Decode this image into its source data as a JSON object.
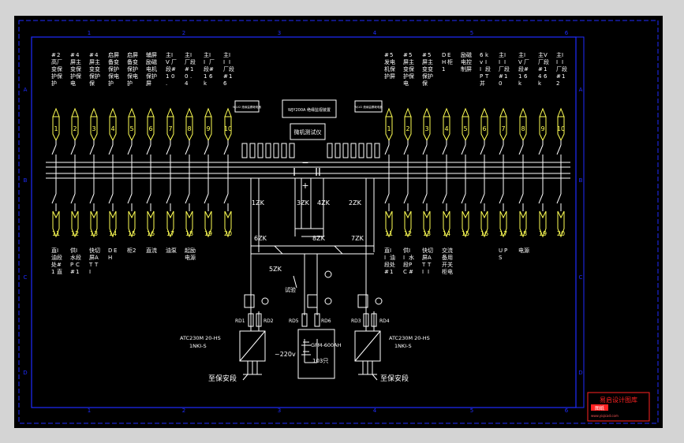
{
  "sheet": {
    "top_zone_labels": [
      "1",
      "2",
      "3",
      "4",
      "5",
      "6"
    ],
    "bottom_zone_labels": [
      "1",
      "2",
      "3",
      "4",
      "5",
      "6"
    ],
    "side_zone_labels": [
      "A",
      "B",
      "C",
      "D"
    ]
  },
  "feeders_top_left": [
    {
      "num": "1",
      "desc": "#2 高厂变保护保护屏"
    },
    {
      "num": "2",
      "desc": "#4屏主变保护保电护屏"
    },
    {
      "num": "3",
      "desc": "#4屏主变变保护保电护屏"
    },
    {
      "num": "4",
      "desc": "启屏备变保护保电护屏"
    },
    {
      "num": "5",
      "desc": "启屏备变保护保电护屏"
    },
    {
      "num": "6",
      "desc": "辅屏励磁电机保护屏"
    },
    {
      "num": "7",
      "desc": "主IV厂段#1 0.4kv"
    },
    {
      "num": "8",
      "desc": "主I厂段#1 0.4kv"
    },
    {
      "num": "9",
      "desc": "主II厂段#1 6kv柜"
    },
    {
      "num": "10",
      "desc": "主III厂段#1 6kv柜"
    }
  ],
  "feeders_top_right": [
    {
      "num": "1",
      "desc": "#5 发电机保护屏"
    },
    {
      "num": "2",
      "desc": "#5屏主变保护保电护屏"
    },
    {
      "num": "3",
      "desc": "#5屏主变变保护保电护屏"
    },
    {
      "num": "4",
      "desc": "DEH柜1"
    },
    {
      "num": "5",
      "desc": "励磁电控制屏"
    },
    {
      "num": "6",
      "desc": "6kv II段 PT并列装置"
    },
    {
      "num": "7",
      "desc": "主III厂段#1 0.4kv"
    },
    {
      "num": "8",
      "desc": "主IV厂段#1 6kv柜"
    },
    {
      "num": "9",
      "desc": "主V厂段#14 6kv柜"
    },
    {
      "num": "10",
      "desc": "主III厂段#12 6kv柜"
    }
  ],
  "feeders_bottom_left": [
    {
      "num": "11",
      "desc": "直I 油段处#1 直柜 0.4kv"
    },
    {
      "num": "12",
      "desc": "供I 水段 PC#1 0.4kv柜"
    },
    {
      "num": "13",
      "desc": "快切屏 ATTI"
    },
    {
      "num": "14",
      "desc": "DEH"
    },
    {
      "num": "15",
      "desc": "柜2"
    },
    {
      "num": "16",
      "desc": "直流"
    },
    {
      "num": "17",
      "desc": "油泵"
    },
    {
      "num": "18",
      "desc": "起励电源"
    },
    {
      "num": "19",
      "desc": ""
    },
    {
      "num": "20",
      "desc": ""
    }
  ],
  "feeders_bottom_right": [
    {
      "num": "11",
      "desc": "直II 油段处#1 直柜 0.4kv"
    },
    {
      "num": "12",
      "desc": "供II 水段 PC#1 0.4kv柜"
    },
    {
      "num": "13",
      "desc": "快切屏 ATT II"
    },
    {
      "num": "14",
      "desc": "交流备用开关柜电源"
    },
    {
      "num": "15",
      "desc": ""
    },
    {
      "num": "16",
      "desc": ""
    },
    {
      "num": "17",
      "desc": "UPS"
    },
    {
      "num": "18",
      "desc": "电源"
    },
    {
      "num": "19",
      "desc": ""
    },
    {
      "num": "20",
      "desc": ""
    }
  ],
  "center": {
    "monitor_box": "WJY200A 绝缘监视装置",
    "tester_box": "微机测试仪",
    "left_relay_box": "WJ-V2 绝缘监察继电器",
    "right_relay_box": "WJ-V2 绝缘监察继电器",
    "bus_one": "I",
    "bus_two": "II",
    "minus": "−",
    "plus": "+",
    "switch_3zk": "3ZK",
    "switch_4zk": "4ZK",
    "switch_1zk": "1ZK",
    "switch_2zk": "2ZK",
    "switch_6zk": "6ZK",
    "switch_8zk": "8ZK",
    "switch_7zk": "7ZK",
    "switch_5zk": "5ZK",
    "test_label": "试验",
    "rd1": "RD1",
    "rd2": "RD2",
    "rd5": "RD5",
    "rd6": "RD6",
    "rd3": "RD3",
    "rd4": "RD4",
    "charger_left": "ATC230M 20-HS",
    "charger_left_sub": "1NKI-S",
    "charger_right": "ATC230M 20-HS",
    "charger_right_sub": "1NKI-S",
    "battery_label": "GFM-600AH",
    "battery_count": "103只",
    "ac_label": "~220v",
    "supply_left": "至保安段",
    "supply_right": "至保安段"
  },
  "title_block": {
    "title": "易启设计图库",
    "stamp": "图纸",
    "sub": "www.yiqicad.com"
  },
  "colors": {
    "background": "#000000",
    "frame": "#1f2cff",
    "lines": "#ffffff",
    "symbols": "#ffff55",
    "title_red": "#ff2222"
  }
}
